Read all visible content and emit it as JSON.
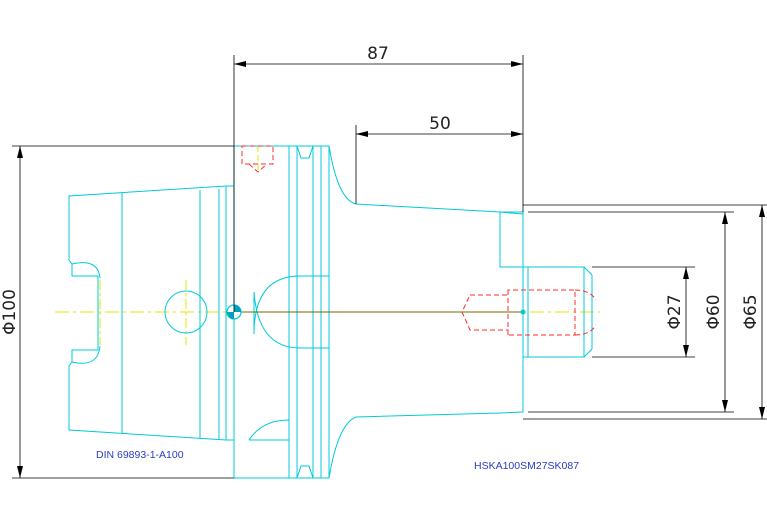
{
  "drawing": {
    "dimensions": {
      "overall_length": "87",
      "shank_length": "50",
      "flange_diameter": "Φ100",
      "bore_diameter": "Φ27",
      "collar_diameter": "Φ60",
      "body_diameter": "Φ65"
    },
    "standard_label": "DIN 69893-1-A100",
    "part_number": "HSKA100SM27SK087"
  },
  "colors": {
    "outline": "#00cbd8",
    "hidden": "#ff2b2b",
    "centerline": "#e6e600",
    "dimension": "#000000",
    "label": "#2b3cc0"
  }
}
